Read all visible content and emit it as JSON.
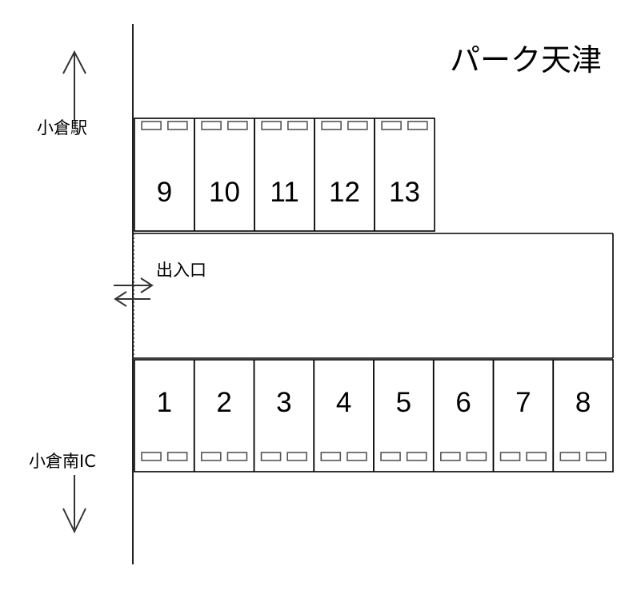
{
  "map": {
    "title": "パーク天津",
    "type": "parking-lot-layout",
    "direction_labels": {
      "north": "小倉駅",
      "south": "小倉南IC"
    },
    "entrance": {
      "label": "出入口",
      "arrows": [
        "right",
        "left"
      ]
    },
    "rows": [
      {
        "name": "upper-row",
        "wheel_stop_position": "top",
        "stalls": [
          {
            "number": "9"
          },
          {
            "number": "10"
          },
          {
            "number": "11"
          },
          {
            "number": "12"
          },
          {
            "number": "13"
          }
        ]
      },
      {
        "name": "lower-row",
        "wheel_stop_position": "bottom",
        "stalls": [
          {
            "number": "1"
          },
          {
            "number": "2"
          },
          {
            "number": "3"
          },
          {
            "number": "4"
          },
          {
            "number": "5"
          },
          {
            "number": "6"
          },
          {
            "number": "7"
          },
          {
            "number": "8"
          }
        ]
      }
    ],
    "total_stalls": 13,
    "colors": {
      "stroke": "#000000",
      "background": "#ffffff",
      "wheel_stop_stroke": "#555555",
      "arrow": "#333333"
    }
  }
}
